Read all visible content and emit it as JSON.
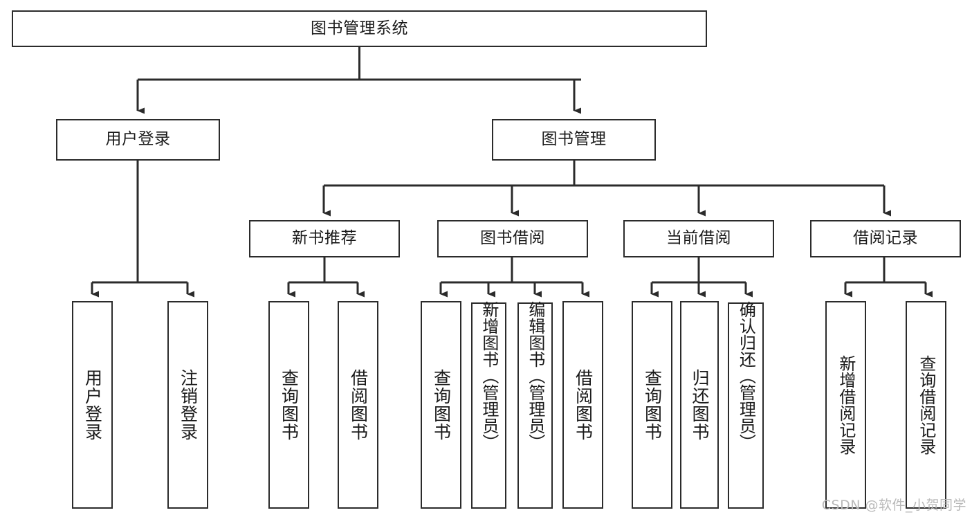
{
  "diagram": {
    "type": "tree-hierarchy-chart",
    "title_node": "图书管理系统",
    "line_color": "#2b2b2b",
    "box_fill": "#ffffff",
    "text_color": "#1b1b1b"
  },
  "root": {
    "label": "图书管理系统"
  },
  "level2": [
    {
      "label": "用户登录"
    },
    {
      "label": "图书管理"
    }
  ],
  "level3": [
    {
      "label": "新书推荐"
    },
    {
      "label": "图书借阅"
    },
    {
      "label": "当前借阅"
    },
    {
      "label": "借阅记录"
    }
  ],
  "leaves": {
    "user_login": [
      {
        "label": "用户登录"
      },
      {
        "label": "注销登录"
      }
    ],
    "new_book_recommend": [
      {
        "label": "查询图书"
      },
      {
        "label": "借阅图书"
      }
    ],
    "book_borrow": [
      {
        "label": "查询图书"
      },
      {
        "label": "新增图书（管理员）"
      },
      {
        "label": "编辑图书（管理员）"
      },
      {
        "label": "借阅图书"
      }
    ],
    "current_borrow": [
      {
        "label": "查询图书"
      },
      {
        "label": "归还图书"
      },
      {
        "label": "确认归还（管理员）"
      }
    ],
    "borrow_record": [
      {
        "label": "新增借阅记录"
      },
      {
        "label": "查询借阅记录"
      }
    ]
  },
  "watermark": {
    "text": "CSDN @软件_小贺同学"
  }
}
